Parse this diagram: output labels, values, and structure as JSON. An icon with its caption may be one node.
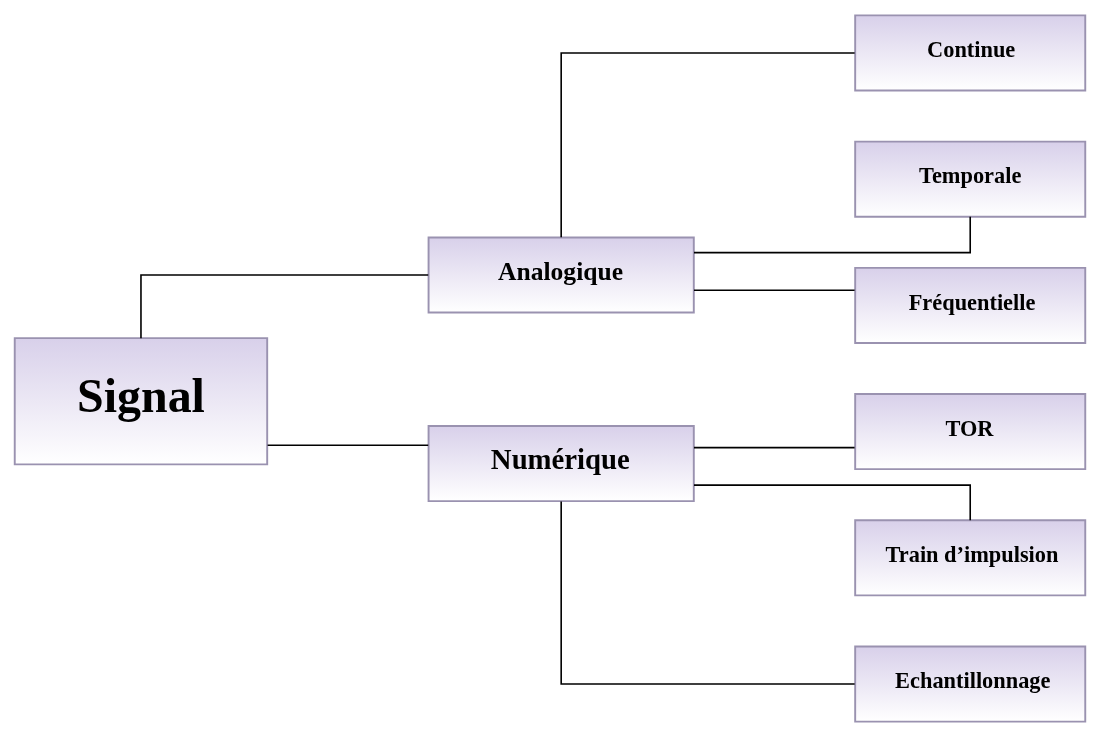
{
  "diagram": {
    "nodes": [
      {
        "text": [
          "Signal"
        ]
      },
      {
        "text": [
          "Analogique"
        ]
      },
      {
        "text": [
          "Numérique"
        ]
      },
      {
        "text": [
          "Continue"
        ]
      },
      {
        "text": [
          "Temporale"
        ]
      },
      {
        "text": [
          "Fréquentielle"
        ]
      },
      {
        "text": [
          "TOR"
        ]
      },
      {
        "text": [
          "Train d’impulsion"
        ]
      },
      {
        "text": [
          "Echantillonnage"
        ]
      }
    ],
    "edges": [
      {
        "from": 0,
        "to": 1,
        "arrow": "none"
      },
      {
        "from": 0,
        "to": 2,
        "arrow": "none"
      },
      {
        "from": 1,
        "to": 3,
        "arrow": "none"
      },
      {
        "from": 1,
        "to": 4,
        "arrow": "none"
      },
      {
        "from": 1,
        "to": 5,
        "arrow": "none"
      },
      {
        "from": 2,
        "to": 6,
        "arrow": "none"
      },
      {
        "from": 2,
        "to": 7,
        "arrow": "none"
      },
      {
        "from": 2,
        "to": 8,
        "arrow": "none"
      }
    ]
  }
}
